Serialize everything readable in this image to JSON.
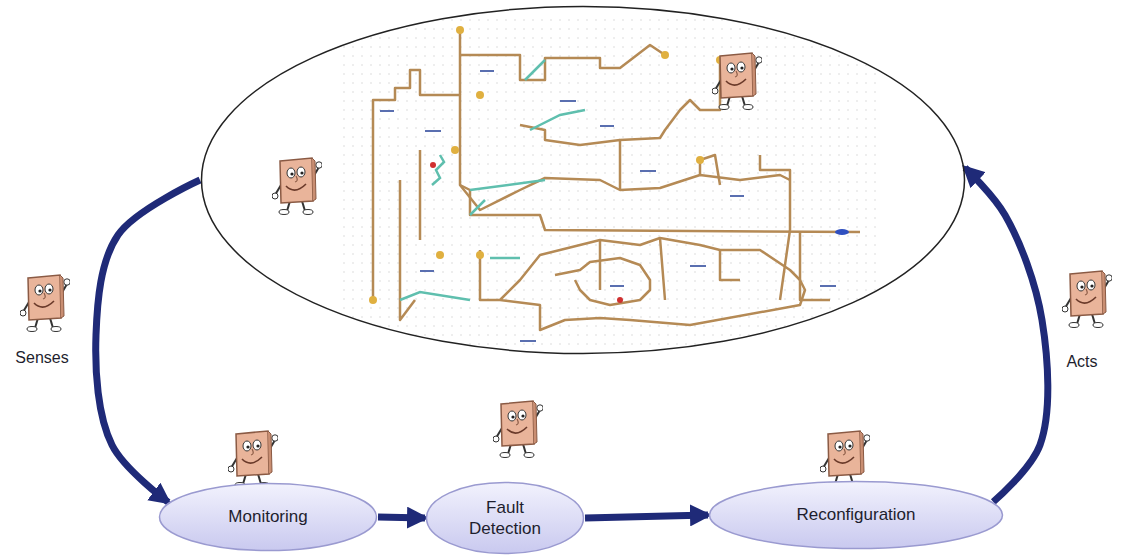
{
  "diagram": {
    "nodes": [
      {
        "text": []
      },
      {
        "text": [
          "Monitoring"
        ]
      },
      {
        "text": [
          "Fault Detection"
        ]
      },
      {
        "text": [
          "Reconfiguration"
        ]
      }
    ],
    "edges": [
      {
        "from": 0,
        "to": 1,
        "arrow": "to",
        "label": "Senses"
      },
      {
        "from": 1,
        "to": 2,
        "arrow": "to"
      },
      {
        "from": 2,
        "to": 3,
        "arrow": "to"
      },
      {
        "from": 3,
        "to": 0,
        "arrow": "to",
        "label": "Acts"
      }
    ]
  }
}
